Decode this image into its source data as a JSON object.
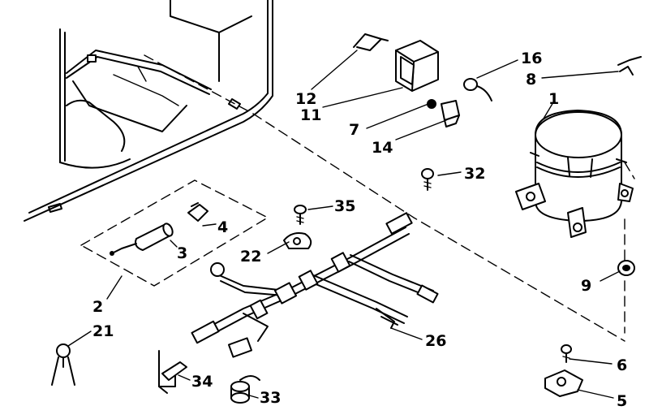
{
  "callouts": {
    "c1": "1",
    "c2": "2",
    "c3": "3",
    "c4": "4",
    "c5": "5",
    "c6": "6",
    "c7": "7",
    "c8": "8",
    "c9": "9",
    "c11": "11",
    "c12": "12",
    "c14": "14",
    "c16": "16",
    "c21": "21",
    "c22": "22",
    "c26": "26",
    "c32": "32",
    "c33": "33",
    "c34": "34",
    "c35": "35"
  }
}
